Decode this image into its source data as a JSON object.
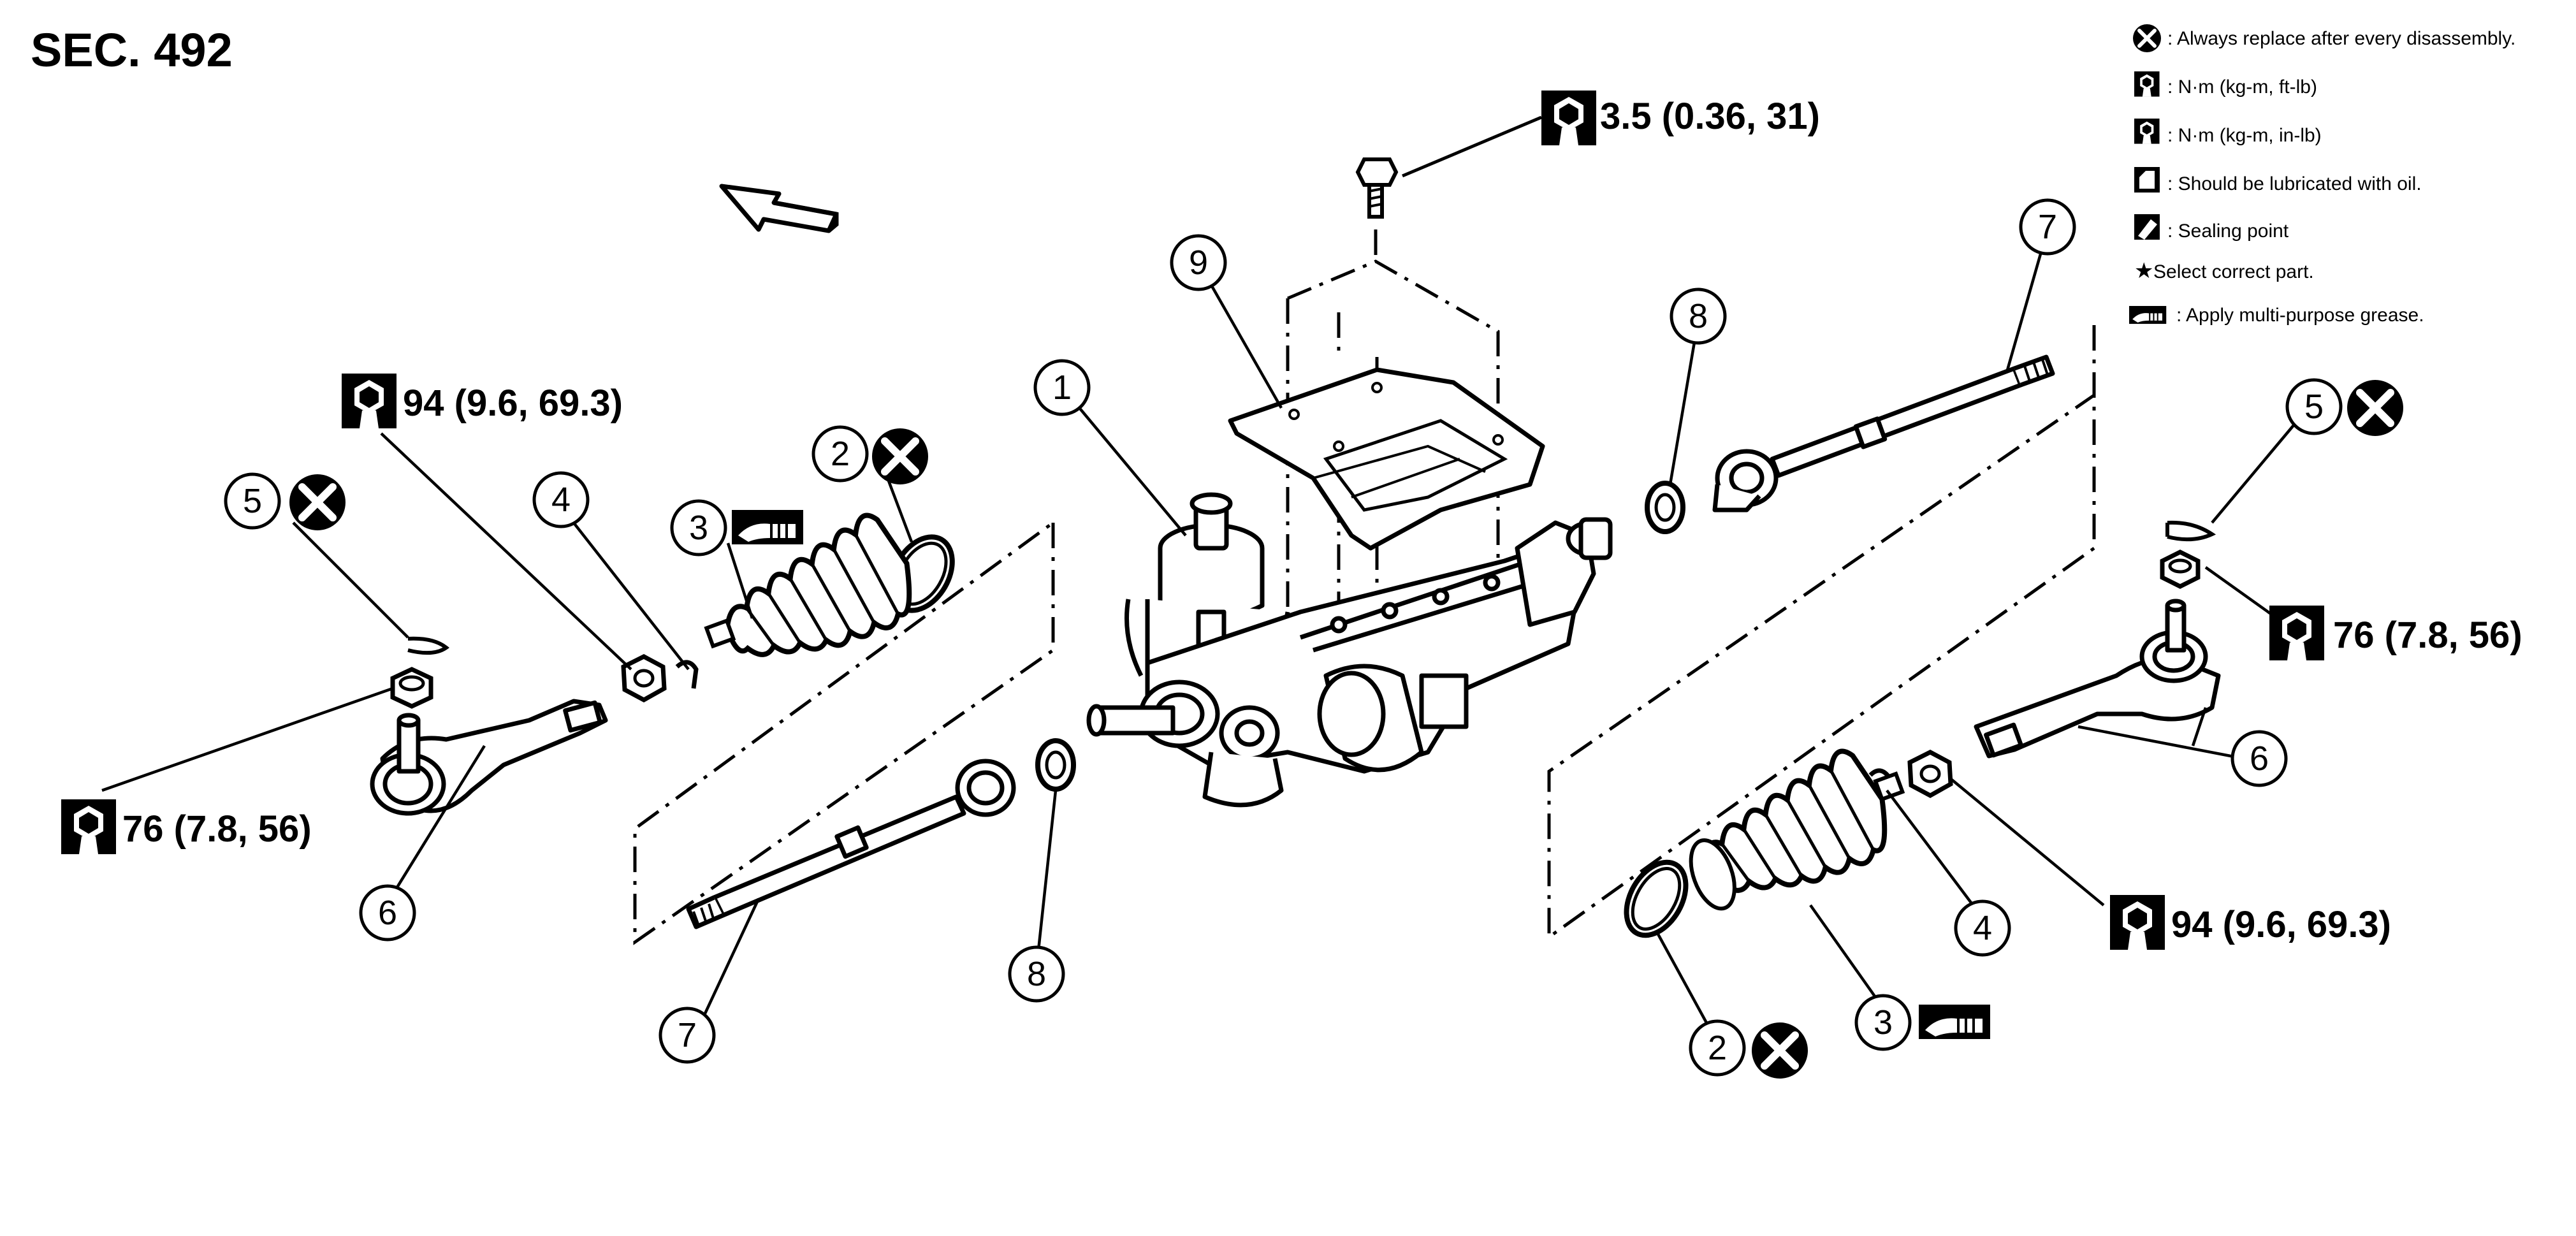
{
  "section_title": "SEC. 492",
  "legend": [
    {
      "icon": "replace-x-icon",
      "text": ": Always replace after every disassembly."
    },
    {
      "icon": "wrench-torque-icon",
      "text": ": N·m (kg-m, ft-lb)"
    },
    {
      "icon": "wrench-torque-inlb-icon",
      "text": ": N·m (kg-m, in-lb)"
    },
    {
      "icon": "oil-can-icon",
      "text": ": Should be lubricated with oil."
    },
    {
      "icon": "sealing-point-icon",
      "text": ": Sealing point"
    },
    {
      "icon": "star-icon",
      "text": "Select correct part."
    },
    {
      "icon": "grease-icon",
      "text": ": Apply multi-purpose grease."
    }
  ],
  "torques": {
    "bolt_top": "3.5 (0.36, 31)",
    "nut_left_upper": "94 (9.6, 69.3)",
    "nut_left_lower": "76 (7.8, 56)",
    "nut_right_upper": "76 (7.8, 56)",
    "nut_right_lower": "94 (9.6, 69.3)"
  },
  "callouts": {
    "c1": "1",
    "c9": "9",
    "c8_right": "8",
    "c7_right": "7",
    "c5_right": "5",
    "c2_left": "2",
    "c4_left": "4",
    "c3_left": "3",
    "c5_left": "5",
    "c6_left": "6",
    "c8_left": "8",
    "c7_left": "7",
    "c6_right": "6",
    "c4_right": "4",
    "c2_right": "2",
    "c3_right": "3"
  }
}
